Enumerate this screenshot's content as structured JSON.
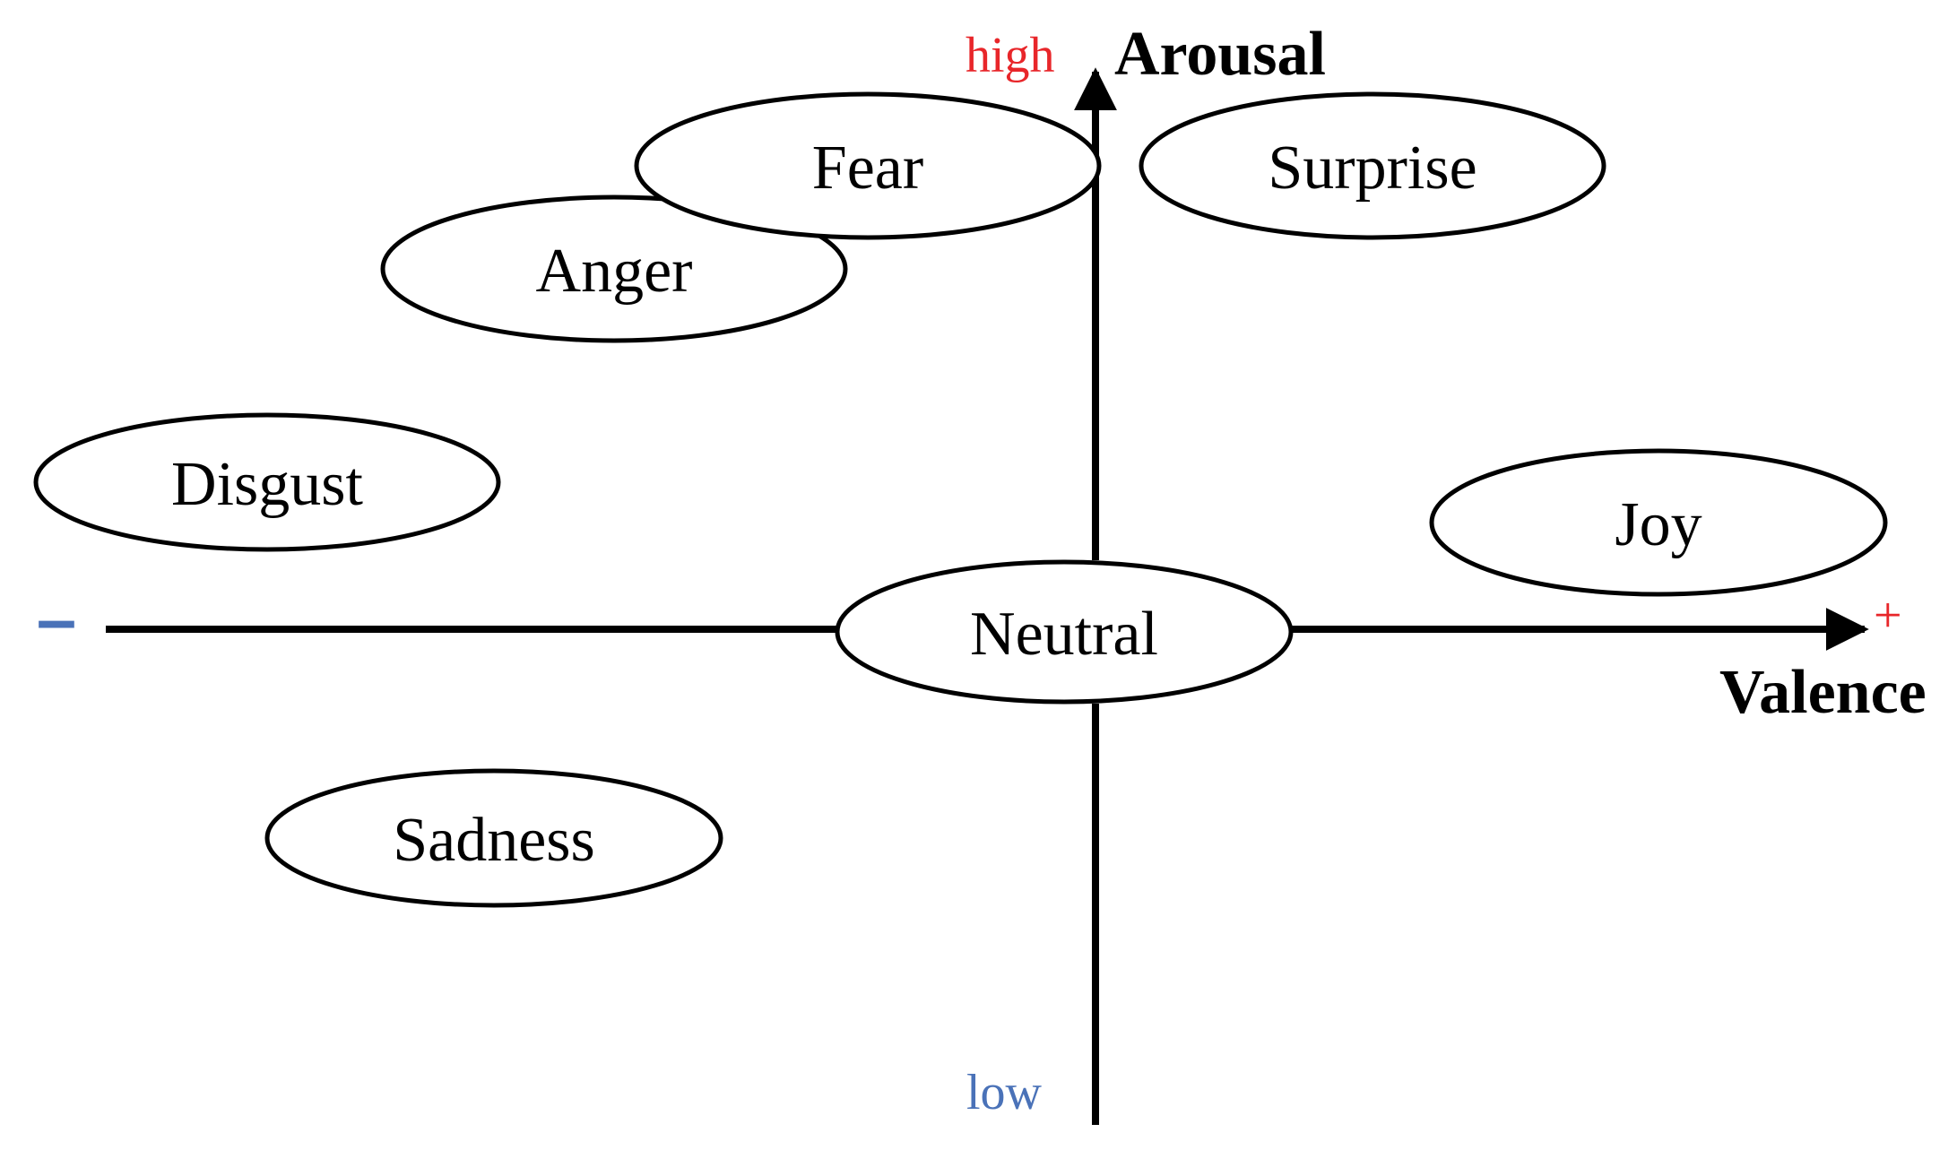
{
  "axes": {
    "arousal": {
      "title": "Arousal",
      "high_label": "high",
      "low_label": "low"
    },
    "valence": {
      "title": "Valence",
      "positive_label": "+",
      "negative_label": "–"
    }
  },
  "emotions": [
    {
      "key": "fear",
      "label": "Fear"
    },
    {
      "key": "surprise",
      "label": "Surprise"
    },
    {
      "key": "anger",
      "label": "Anger"
    },
    {
      "key": "disgust",
      "label": "Disgust"
    },
    {
      "key": "joy",
      "label": "Joy"
    },
    {
      "key": "neutral",
      "label": "Neutral"
    },
    {
      "key": "sadness",
      "label": "Sadness"
    }
  ],
  "colors": {
    "positive": "#e8262a",
    "negative": "#4a72b8",
    "ink": "#000000",
    "background": "#ffffff"
  }
}
